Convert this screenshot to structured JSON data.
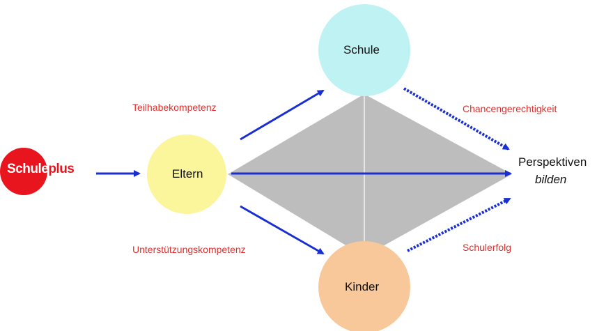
{
  "colors": {
    "diamond": "#bdbdbd",
    "arrow_solid": "#1a2fd1",
    "arrow_dotted": "#1a2fd1",
    "edge_label": "#e0302e",
    "schule_fill": "#bff2f2",
    "eltern_fill": "#fbf59c",
    "kinder_fill": "#f8c89a",
    "logo_fill": "#e8141e"
  },
  "logo": {
    "part1": "Schule",
    "part2": "plus"
  },
  "nodes": {
    "schule": "Schule",
    "eltern": "Eltern",
    "kinder": "Kinder"
  },
  "target": {
    "line1": "Perspektiven",
    "line2": "bilden"
  },
  "edge_labels": {
    "teilhabe": "Teilhabekompetenz",
    "unterstuetzung": "Unterstützungskompetenz",
    "chancen": "Chancengerechtigkeit",
    "schulerfolg": "Schulerfolg"
  }
}
